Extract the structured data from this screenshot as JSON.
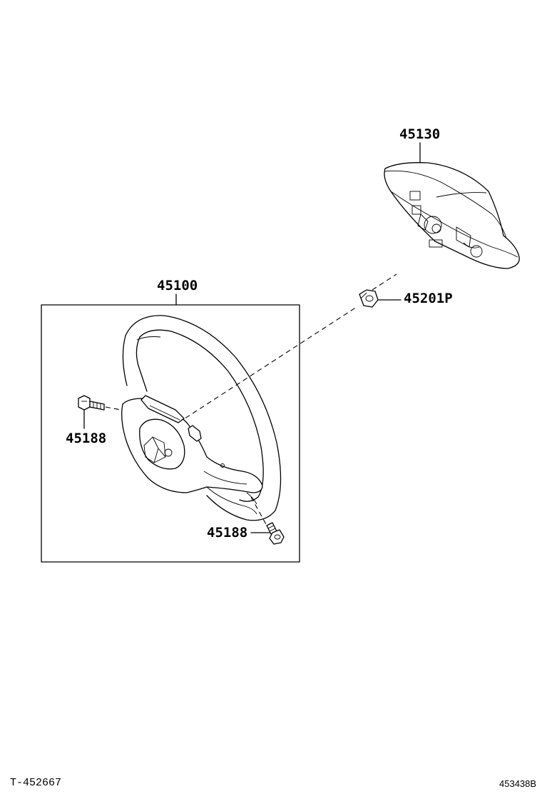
{
  "parts": {
    "pad_cover": "45130",
    "steering_wheel": "45100",
    "nut": "45201P",
    "screw_left": "45188",
    "screw_bottom": "45188"
  },
  "footer": {
    "left_code": "T-452667",
    "right_code": "453438B"
  }
}
